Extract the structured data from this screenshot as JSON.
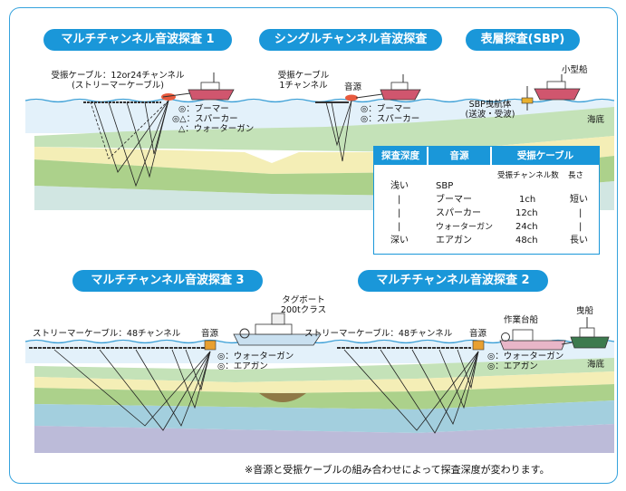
{
  "pills": {
    "multi1": "マルチチャンネル音波探査 1",
    "single": "シングルチャンネル音波探査",
    "sbp": "表層探査(SBP)",
    "multi3": "マルチチャンネル音波探査 3",
    "multi2": "マルチチャンネル音波探査 2"
  },
  "panel1": {
    "cable_line1": "受振ケーブル：12or24チャンネル",
    "cable_line2": "(ストリーマーケーブル)",
    "src1": "◎：ブーマー",
    "src2": "◎△：スパーカー",
    "src3": "△：ウォーターガン"
  },
  "panel2": {
    "cable_line1": "受振ケーブル",
    "cable_line2": "1チャンネル",
    "source": "音源",
    "src1": "◎：ブーマー",
    "src2": "◎：スパーカー"
  },
  "panel3": {
    "small_ship": "小型船",
    "towed_line1": "SBP曳航体",
    "towed_line2": "(送波・受波)",
    "seabed": "海底"
  },
  "table": {
    "headers": [
      "探査深度",
      "音源",
      "受振ケーブル"
    ],
    "subheaders": [
      "受振チャンネル数",
      "長さ"
    ],
    "depth": [
      "浅い",
      "|",
      "|",
      "|",
      "深い"
    ],
    "sources": [
      "SBP",
      "ブーマー",
      "スパーカー",
      "ウォーターガン",
      "エアガン"
    ],
    "channels": [
      "",
      "1ch",
      "12ch",
      "24ch",
      "48ch"
    ],
    "lengths": [
      "",
      "短い",
      "|",
      "|",
      "長い"
    ]
  },
  "panel4": {
    "tug_line1": "タグボート",
    "tug_line2": "200tクラス",
    "cable": "ストリーマーケーブル：48チャンネル",
    "source": "音源",
    "src1": "◎：ウォーターガン",
    "src2": "◎：エアガン"
  },
  "panel5": {
    "work_ship": "作業台船",
    "tow_ship": "曳船",
    "cable": "ストリーマーケーブル：48チャンネル",
    "source": "音源",
    "src1": "◎：ウォーターガン",
    "src2": "◎：エアガン",
    "seabed": "海底"
  },
  "footnote": "※音源と受振ケーブルの組み合わせによって探査深度が変わります。",
  "colors": {
    "accent": "#1a97d9",
    "sea": "#cfe6f5",
    "layer_top": "#b9ddb0",
    "layer_sand": "#f3ecb0",
    "layer_green": "#a9cf86",
    "layer_blue": "#9dc7d8",
    "layer_purple": "#b9b8d6"
  }
}
